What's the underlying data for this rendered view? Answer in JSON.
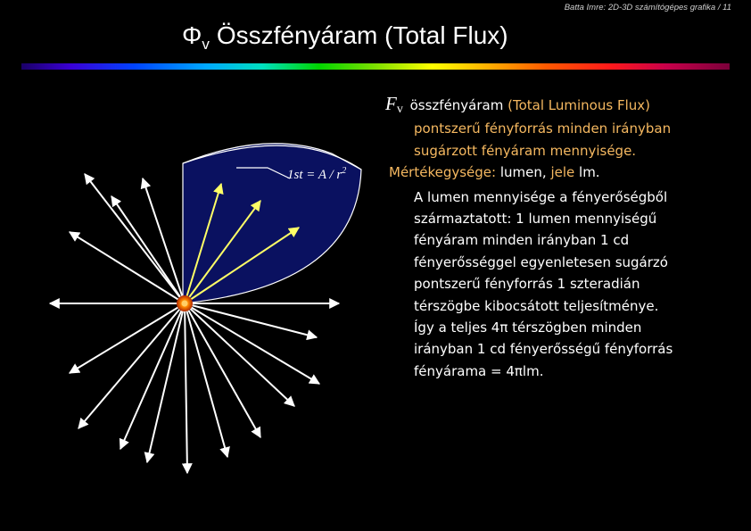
{
  "header": {
    "note": "Batta Imre: 2D-3D számítógépes grafika / 11"
  },
  "title": {
    "symbol": "Φ",
    "subscript": "v",
    "text": "Összfényáram (Total Flux)"
  },
  "colors": {
    "accent_text": "#f5b860",
    "cone_fill": "#0a1160",
    "rays_highlight": "#ffff66",
    "rays": "#ffffff",
    "source_core": "#ff7a00"
  },
  "diagram": {
    "formula": {
      "prefix": "1st = A / r",
      "exponent": "2"
    }
  },
  "body": {
    "p1": {
      "symbol": "F",
      "subscript": "v",
      "term": "összfényáram",
      "paren": "(Total Luminous Flux)"
    },
    "p2": [
      "pontszerű fényforrás minden irányban",
      "sugárzott fényáram mennyisége."
    ],
    "p3": {
      "label": "Mértékegysége:",
      "unit": "lumen",
      "comma": ",",
      "sign_label": "jele",
      "sign": "lm."
    },
    "p4": [
      "A lumen mennyisége a fényerőségből",
      "származtatott: 1 lumen mennyiségű",
      "fényáram minden irányban 1 cd",
      "fényerősséggel egyenletesen sugárzó",
      "pontszerű fényforrás 1 szteradián",
      "térszögbe kibocsátott teljesítménye."
    ],
    "p5": [
      "Így a teljes 4π térszögben minden",
      "irányban 1 cd fényerősségű fényforrás",
      "fényárama = 4πlm."
    ]
  }
}
